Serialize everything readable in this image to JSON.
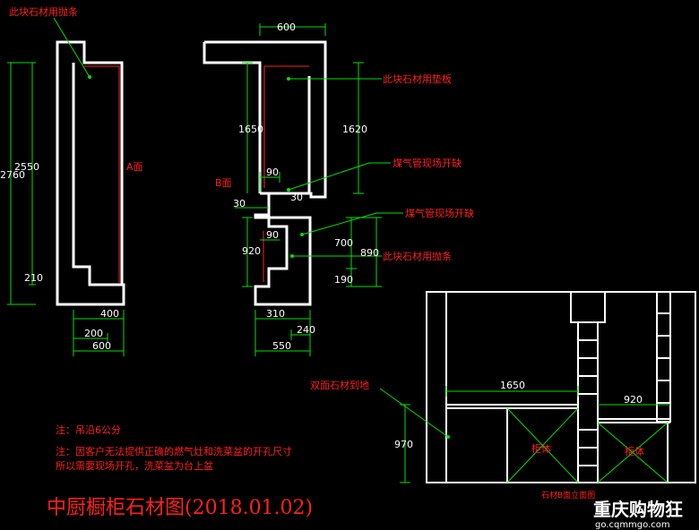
{
  "labels": {
    "top_left_note": "此块石材用抛条",
    "pad_note": "此块石材用垫板",
    "gas1_note": "煤气管现场开缺",
    "gas2_note": "煤气管现场开缺",
    "bottom_strip_note": "此块石材用抛条",
    "double_side_note": "双面石材到地",
    "face_a": "A面",
    "face_b": "B面",
    "cabinet1": "柜体",
    "cabinet2": "柜体",
    "elevation_caption": "石材B面立面图"
  },
  "dimensions": {
    "d600_top": "600",
    "d2550": "2550",
    "d2760": "2760",
    "d210": "210",
    "d400": "400",
    "d200": "200",
    "d600_bottom": "600",
    "d1650_left": "1650",
    "d1620": "1620",
    "d90_a": "90",
    "d30_a": "30",
    "d30_b": "30",
    "d90_b": "90",
    "d920_left": "920",
    "d700": "700",
    "d890": "890",
    "d190": "190",
    "d310": "310",
    "d240": "240",
    "d550": "550",
    "d1650_elev": "1650",
    "d920_elev": "920",
    "d970": "970"
  },
  "notes": {
    "note1": "注：吊沿6公分",
    "note2_line1": "注：因客户无法提供正确的燃气灶和洗菜盆的开孔尺寸",
    "note2_line2": "所以需要现场开孔，洗菜盆为台上盆"
  },
  "title": "中厨橱柜石材图(2018.01.02)",
  "watermark": {
    "brand": "重庆购物狂",
    "url": "go.cqmmgo.com"
  },
  "colors": {
    "background": "#000000",
    "outline": "#ffffff",
    "dimension": "#00e000",
    "annotation": "#ff2020"
  }
}
